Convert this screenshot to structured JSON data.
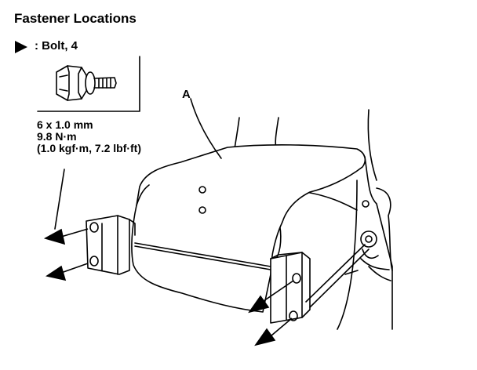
{
  "title": "Fastener Locations",
  "legend": {
    "text": ": Bolt, 4",
    "marker": "filled-triangle-arrow"
  },
  "spec": {
    "size": "6 x 1.0 mm",
    "torque_nm": "9.8 N·m",
    "torque_alt": "(1.0 kgf·m, 7.2 lbf·ft)"
  },
  "callout": "A"
}
